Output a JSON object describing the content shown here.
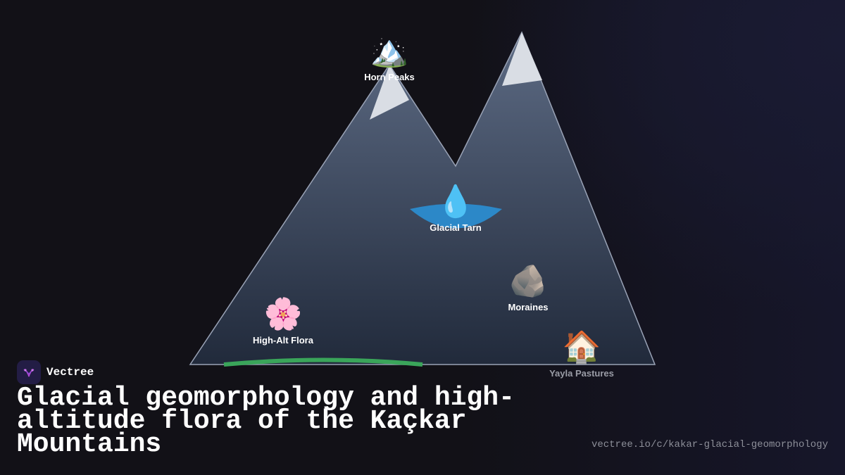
{
  "brand": {
    "name": "Vectree"
  },
  "title": "Glacial geomorphology and high-altitude flora of the Kaçkar Mountains",
  "url": "vectree.io/c/kakar-glacial-geomorphology",
  "colors": {
    "background": "#121117",
    "mountain_top": "#5a6880",
    "mountain_bottom": "#222b3d",
    "snow": "#d9dde4",
    "tarn": "#2c88c8",
    "meadow": "#3aa55a",
    "brand_accent": "#b04ad8"
  },
  "nodes": [
    {
      "id": "horn-peaks",
      "icon": "snow-capped-mountain-icon",
      "emoji": "🏔️",
      "label": "Horn Peaks"
    },
    {
      "id": "glacial-tarn",
      "icon": "water-droplet-icon",
      "emoji": "💧",
      "label": "Glacial Tarn"
    },
    {
      "id": "moraines",
      "icon": "rock-icon",
      "emoji": "🪨",
      "label": "Moraines"
    },
    {
      "id": "high-alt-flora",
      "icon": "cherry-blossom-icon",
      "emoji": "🌸",
      "label": "High-Alt Flora"
    },
    {
      "id": "yayla-pastures",
      "icon": "house-icon",
      "emoji": "🏠",
      "label": "Yayla Pastures"
    }
  ]
}
